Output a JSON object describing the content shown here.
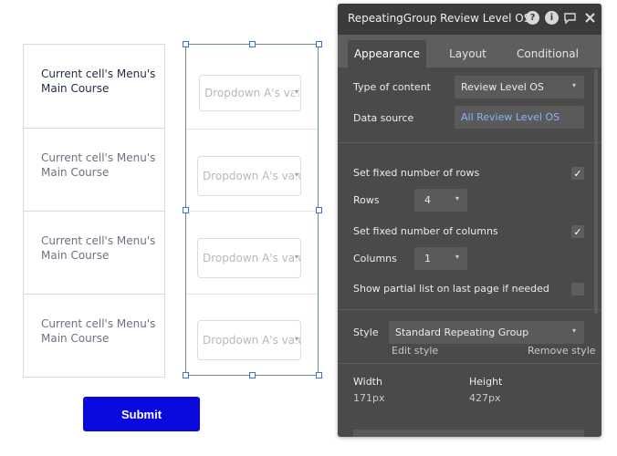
{
  "canvas": {
    "left_cells": [
      "Current cell's Menu's Main Course",
      "Current cell's Menu's Main Course",
      "Current cell's Menu's Main Course",
      "Current cell's Menu's Main Course"
    ],
    "dropdown_text": "Dropdown A's value",
    "dropdown_caret": "▾",
    "submit_label": "Submit"
  },
  "panel": {
    "title": "RepeatingGroup Review Level OS",
    "header_icons": [
      "help-icon",
      "info-icon",
      "comment-icon",
      "close-icon"
    ],
    "tabs": [
      "Appearance",
      "Layout",
      "Conditional"
    ],
    "active_tab": "Appearance",
    "type_of_content_label": "Type of content",
    "type_of_content_value": "Review Level OS",
    "data_source_label": "Data source",
    "data_source_value": "All Review Level OS",
    "fixed_rows_label": "Set fixed number of rows",
    "fixed_rows_checked": true,
    "rows_label": "Rows",
    "rows_value": "4",
    "fixed_columns_label": "Set fixed number of columns",
    "fixed_columns_checked": true,
    "columns_label": "Columns",
    "columns_value": "1",
    "partial_list_label": "Show partial list on last page if needed",
    "partial_list_checked": false,
    "style_label": "Style",
    "style_value": "Standard Repeating Group",
    "edit_style_label": "Edit style",
    "remove_style_label": "Remove style",
    "width_label": "Width",
    "width_value": "171px",
    "height_label": "Height",
    "height_value": "427px",
    "caret": "▾",
    "check": "✓"
  },
  "colors": {
    "submit_bg": "#0a0adf",
    "panel_bg": "#4a4a4a",
    "link": "#8ab4f8",
    "selection_handle": "#3b6fe0"
  }
}
